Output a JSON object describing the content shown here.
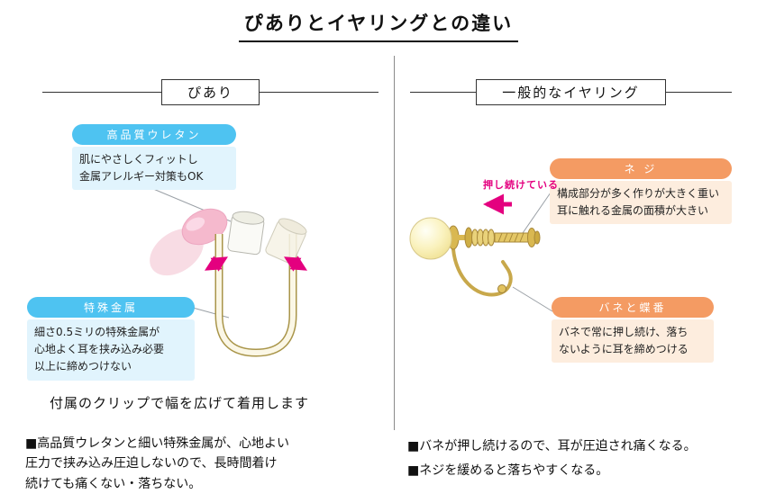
{
  "title": "ぴありとイヤリングとの違い",
  "left": {
    "label": "ぴあり",
    "top_callout": {
      "header": "高品質ウレタン",
      "body": "肌にやさしくフィットし\n金属アレルギー対策もOK"
    },
    "bottom_callout": {
      "header": "特殊金属",
      "body": "細さ0.5ミリの特殊金属が\n心地よく耳を挟み込み必要\n以上に締めつけない"
    },
    "caption": "付属のクリップで幅を広げて着用します",
    "bullet": "■高品質ウレタンと細い特殊金属が、心地よい\n圧力で挟み込み圧迫しないので、長時間着け\n続けても痛くない・落ちない。"
  },
  "right": {
    "label": "一般的なイヤリング",
    "top_callout": {
      "header": "ネ ジ",
      "body": "構成部分が多く作りが大きく重い\n耳に触れる金属の面積が大きい"
    },
    "bottom_callout": {
      "header": "バネと蝶番",
      "body": "バネで常に押し続け、落ち\nないように耳を締めつける"
    },
    "press_annotation": "押し続けている",
    "bullets": [
      "■バネが押し続けるので、耳が圧迫され痛くなる。",
      "■ネジを緩めると落ちやすくなる。"
    ]
  },
  "colors": {
    "blue_header": "#4EC3F1",
    "blue_body": "#E1F4FD",
    "orange_header": "#F49B63",
    "orange_body": "#FDEDDE",
    "magenta": "#E4007F",
    "gold": "#C8A84B",
    "pink": "#F5B9CD",
    "pale_pink": "#F8DCE4",
    "pearl_yellow": "#FAF2BE"
  }
}
